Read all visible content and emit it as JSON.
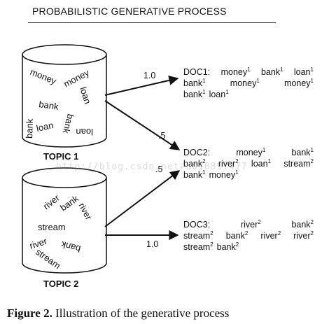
{
  "header": "PROBABILISTIC GENERATIVE PROCESS",
  "topics": [
    {
      "label": "TOPIC 1",
      "words": [
        "money",
        "money",
        "loan",
        "bank",
        "loan",
        "bank",
        "bank",
        "loan"
      ]
    },
    {
      "label": "TOPIC 2",
      "words": [
        "river",
        "bank",
        "river",
        "stream",
        "river",
        "bank",
        "stream"
      ]
    }
  ],
  "edges": [
    {
      "from": "TOPIC 1",
      "to": "DOC1",
      "prob": "1.0"
    },
    {
      "from": "TOPIC 1",
      "to": "DOC2",
      "prob": ".5"
    },
    {
      "from": "TOPIC 2",
      "to": "DOC2",
      "prob": ".5"
    },
    {
      "from": "TOPIC 2",
      "to": "DOC3",
      "prob": "1.0"
    }
  ],
  "docs": [
    {
      "name": "DOC1:",
      "lines": [
        [
          [
            "money",
            "1"
          ],
          [
            "bank",
            "1"
          ],
          [
            "loan",
            "1"
          ]
        ],
        [
          [
            "bank",
            "1"
          ],
          [
            "money",
            "1"
          ],
          [
            "money",
            "1"
          ]
        ],
        [
          [
            "bank",
            "1"
          ],
          [
            "loan",
            "1"
          ]
        ]
      ]
    },
    {
      "name": "DOC2:",
      "lines": [
        [
          [
            "money",
            "1"
          ],
          [
            "bank",
            "1"
          ]
        ],
        [
          [
            "bank",
            "2"
          ],
          [
            "river",
            "2"
          ],
          [
            "loan",
            "1"
          ],
          [
            "stream",
            "2"
          ]
        ],
        [
          [
            "bank",
            "1"
          ],
          [
            "money",
            "1"
          ]
        ]
      ]
    },
    {
      "name": "DOC3:",
      "lines": [
        [
          [
            "river",
            "2"
          ],
          [
            "bank",
            "2"
          ]
        ],
        [
          [
            "stream",
            "2"
          ],
          [
            "bank",
            "2"
          ],
          [
            "river",
            "2"
          ],
          [
            "river",
            "2"
          ]
        ],
        [
          [
            "stream",
            "2"
          ],
          [
            "bank",
            "2"
          ]
        ]
      ]
    }
  ],
  "caption": {
    "bold": "Figure 2.",
    "text": " Illustration of the generative process"
  },
  "watermark": "http://blog.csdn.net/u010897477"
}
